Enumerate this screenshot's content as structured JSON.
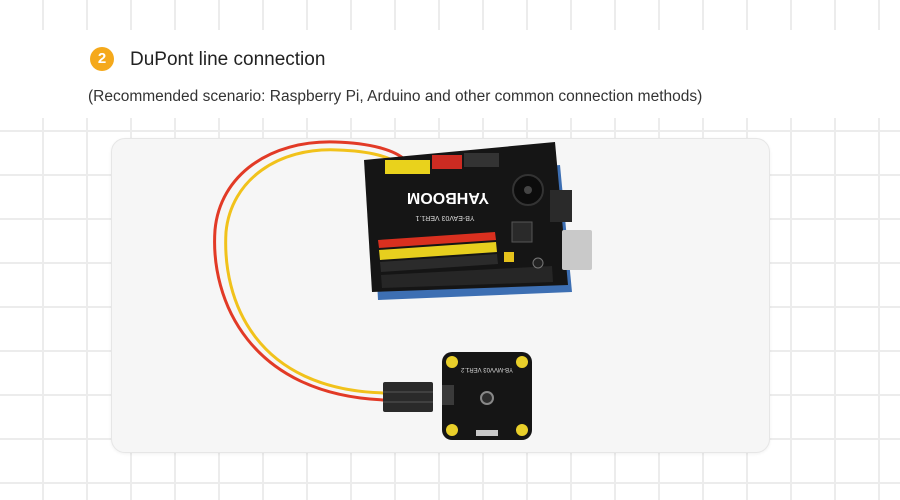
{
  "step": {
    "number": "2",
    "title": "DuPont line connection",
    "subtitle": "(Recommended scenario: Raspberry Pi, Arduino and other common connection methods)"
  },
  "photo": {
    "expansion_board_print": "YAHBOOM",
    "expansion_board_version": "YB-EAV03 VER1.1",
    "sensor_module_version": "YB-MVV03 VER1.2"
  },
  "colors": {
    "badge": "#f5a91b",
    "wire_red": "#e23a26",
    "wire_yellow": "#f1c21b",
    "board": "#151515"
  }
}
